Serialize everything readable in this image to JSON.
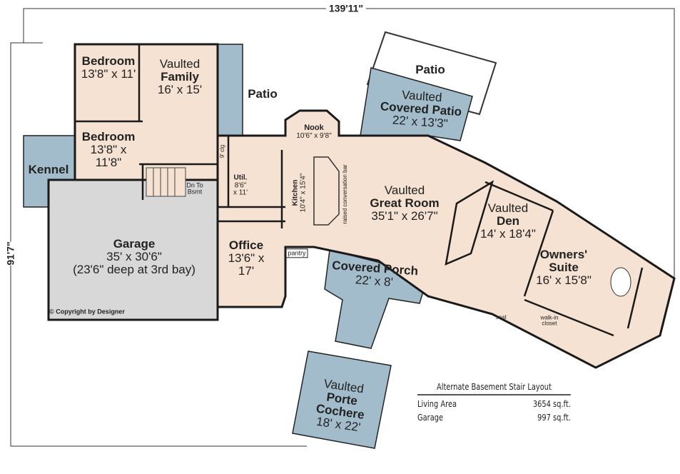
{
  "dimensions": {
    "width": "139'11\"",
    "depth": "91'7\""
  },
  "colors": {
    "living": "#f5e2d2",
    "covered": "#a3bccb",
    "garage": "#d8d8d8",
    "walls": "#1a1a1a"
  },
  "rooms": {
    "bedroom1": {
      "name": "Bedroom",
      "size": "13'8\" x 11'"
    },
    "family": {
      "prefix": "Vaulted",
      "name": "Family",
      "size": "16' x 15'"
    },
    "bedroom2": {
      "name": "Bedroom",
      "size1": "13'8\" x",
      "size2": "11'8\""
    },
    "kennel": {
      "name": "Kennel"
    },
    "patio_left": {
      "name": "Patio"
    },
    "patio_right": {
      "name": "Patio"
    },
    "nook": {
      "name": "Nook",
      "size": "10'6\" x 9'8\""
    },
    "covered_patio": {
      "prefix": "Vaulted",
      "name": "Covered Patio",
      "size": "22' x 13'3\""
    },
    "ceiling": {
      "text": "9' clg"
    },
    "stairs": {
      "text1": "Dn To",
      "text2": "Bsmt"
    },
    "util": {
      "name": "Util.",
      "size1": "8'6\"",
      "size2": "x 11'"
    },
    "kitchen": {
      "name": "Kitchen",
      "size": "10'4\" x 15'4\""
    },
    "bar": {
      "text": "raised conversation bar"
    },
    "great_room": {
      "prefix": "Vaulted",
      "name": "Great Room",
      "size": "35'1\" x 26'7\""
    },
    "den": {
      "prefix": "Vaulted",
      "name": "Den",
      "size": "14' x 18'4\""
    },
    "owners_suite": {
      "name1": "Owners'",
      "name2": "Suite",
      "size": "16' x 15'8\""
    },
    "garage": {
      "name": "Garage",
      "size": "35' x 30'6\"",
      "note": "(23'6\" deep at 3rd bay)"
    },
    "office": {
      "name": "Office",
      "size1": "13'6\" x",
      "size2": "17'"
    },
    "pantry": {
      "name": "pantry"
    },
    "covered_porch": {
      "name": "Covered Porch",
      "size": "22' x 8'"
    },
    "seat": {
      "name": "seat"
    },
    "closet": {
      "name1": "walk-in",
      "name2": "closet"
    },
    "porte_cochere": {
      "prefix": "Vaulted",
      "name1": "Porte",
      "name2": "Cochere",
      "size": "18' x 22'"
    }
  },
  "copyright": "© Copyright by Designer",
  "area_table": {
    "title": "Alternate Basement Stair Layout",
    "rows": [
      {
        "label": "Living Area",
        "value": "3654 sq.ft."
      },
      {
        "label": "Garage",
        "value": "997 sq.ft."
      }
    ]
  }
}
